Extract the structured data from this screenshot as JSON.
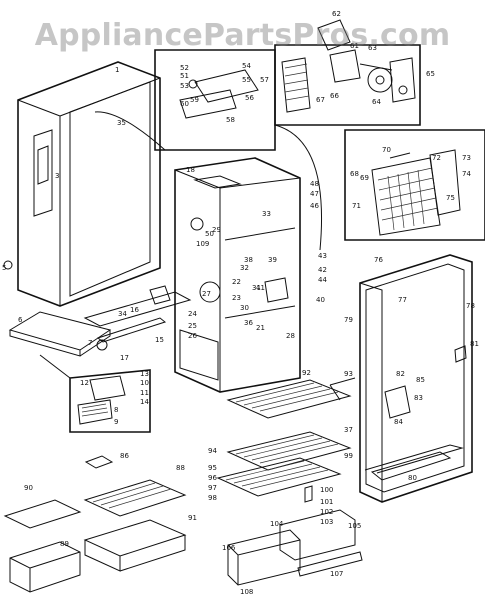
{
  "watermark": "AppliancePartsPros.com",
  "callouts": {
    "c1": "1",
    "c3": "3",
    "c5": "5",
    "c6": "6",
    "c7": "7",
    "c8": "8",
    "c9": "9",
    "c10": "10",
    "c11": "11",
    "c12": "12",
    "c13": "13",
    "c14": "14",
    "c15": "15",
    "c16": "16",
    "c17": "17",
    "c18": "18",
    "c21": "21",
    "c22": "22",
    "c23": "23",
    "c24": "24",
    "c25": "25",
    "c26": "26",
    "c27": "27",
    "c28": "28",
    "c29": "29",
    "c30": "30",
    "c31": "31",
    "c32": "32",
    "c33": "33",
    "c34": "34",
    "c35": "35",
    "c36": "36",
    "c37": "37",
    "c38": "38",
    "c39": "39",
    "c40": "40",
    "c41": "41",
    "c42": "42",
    "c43": "43",
    "c44": "44",
    "c46": "46",
    "c47": "47",
    "c48": "48",
    "c50": "50",
    "c51": "51",
    "c52": "52",
    "c53": "53",
    "c54": "54",
    "c55": "55",
    "c56": "56",
    "c57": "57",
    "c58": "58",
    "c59": "59",
    "c60": "60",
    "c61": "61",
    "c62": "62",
    "c63": "63",
    "c64": "64",
    "c65": "65",
    "c66": "66",
    "c67": "67",
    "c68": "68",
    "c69": "69",
    "c70": "70",
    "c71": "71",
    "c72": "72",
    "c73": "73",
    "c74": "74",
    "c75": "75",
    "c76": "76",
    "c77": "77",
    "c78": "78",
    "c79": "79",
    "c80": "80",
    "c81": "81",
    "c82": "82",
    "c83": "83",
    "c84": "84",
    "c85": "85",
    "c86": "86",
    "c88": "88",
    "c89": "89",
    "c90": "90",
    "c91": "91",
    "c92": "92",
    "c93": "93",
    "c94": "94",
    "c95": "95",
    "c96": "96",
    "c97": "97",
    "c98": "98",
    "c99": "99",
    "c100": "100",
    "c101": "101",
    "c102": "102",
    "c103": "103",
    "c104": "104",
    "c105": "105",
    "c106": "106",
    "c107": "107",
    "c108": "108",
    "c109": "109"
  }
}
